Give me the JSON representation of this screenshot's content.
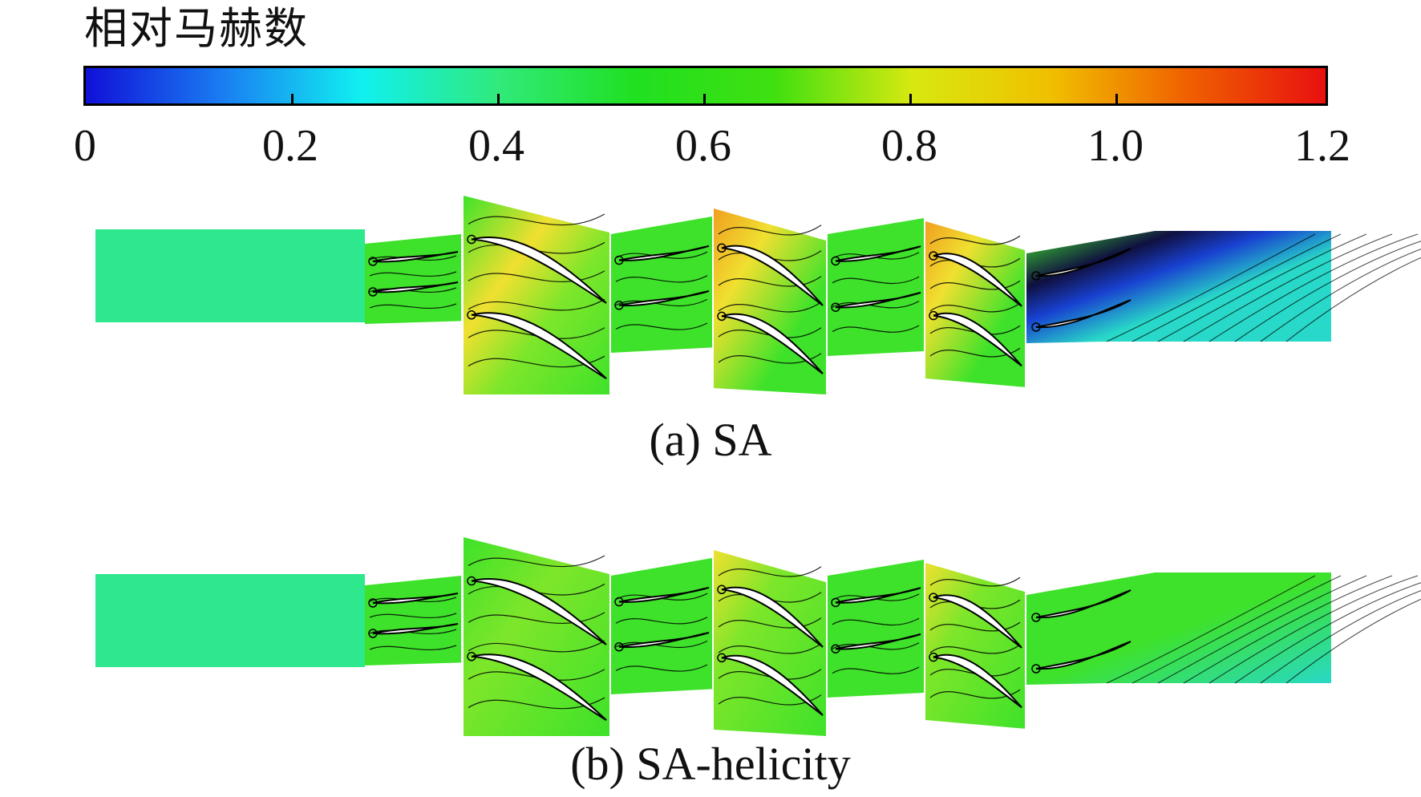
{
  "colorbar": {
    "title": "相对马赫数",
    "ticks": [
      "0",
      "0.2",
      "0.4",
      "0.6",
      "0.8",
      "1.0",
      "1.2"
    ],
    "tick_values": [
      0,
      0.2,
      0.4,
      0.6,
      0.8,
      1.0,
      1.2
    ],
    "range": [
      0,
      1.2
    ],
    "colors": [
      "#1010d8",
      "#1a7ef2",
      "#10f0f0",
      "#30ea7a",
      "#20e020",
      "#40e010",
      "#d8e810",
      "#f0c000",
      "#f06000",
      "#e81010"
    ]
  },
  "panels": [
    {
      "caption": "(a) SA"
    },
    {
      "caption": "(b) SA-helicity"
    }
  ],
  "field_colors": {
    "inlet": "#2ee88e",
    "green": "#3ee22a",
    "light_green": "#7ee62a",
    "yellow": "#f0e030",
    "orange": "#f0a020",
    "cyan": "#28d8c8",
    "blue": "#1840d0",
    "dark": "#101040",
    "blade": "#ffffff",
    "contour": "#000000"
  }
}
